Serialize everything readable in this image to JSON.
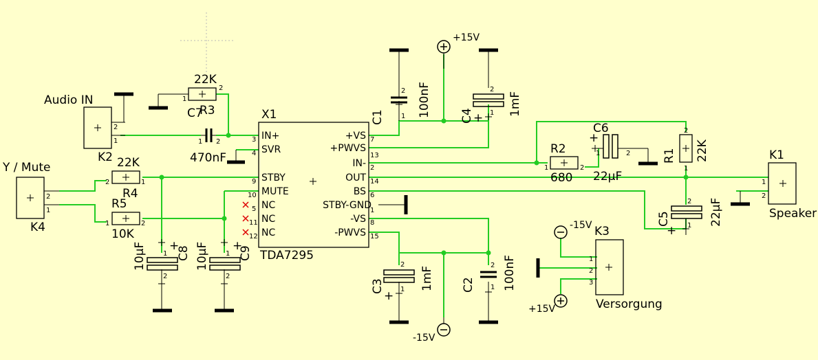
{
  "schematic": {
    "components": {
      "x1": {
        "name": "X1",
        "value": "TDA7295",
        "pins_left": [
          {
            "label": "IN+",
            "num": "3"
          },
          {
            "label": "SVR",
            "num": "4"
          },
          {
            "label": "STBY",
            "num": "9"
          },
          {
            "label": "MUTE",
            "num": "10"
          },
          {
            "label": "NC",
            "num": "5"
          },
          {
            "label": "NC",
            "num": "11"
          },
          {
            "label": "NC",
            "num": "12"
          }
        ],
        "pins_right": [
          {
            "label": "+VS",
            "num": "7"
          },
          {
            "label": "+PWVS",
            "num": "13"
          },
          {
            "label": "IN-",
            "num": "2"
          },
          {
            "label": "OUT",
            "num": "14"
          },
          {
            "label": "BS",
            "num": "6"
          },
          {
            "label": "STBY-GND",
            "num": "1"
          },
          {
            "label": "-VS",
            "num": "8"
          },
          {
            "label": "-PWVS",
            "num": "15"
          }
        ]
      },
      "k2": {
        "name": "K2",
        "label": "Audio IN"
      },
      "k4": {
        "name": "K4",
        "label": "Y / Mute"
      },
      "k1": {
        "name": "K1",
        "label": "Speaker"
      },
      "k3": {
        "name": "K3",
        "label": "Versorgung"
      },
      "r1": {
        "name": "R1",
        "value": "22K"
      },
      "r2": {
        "name": "R2",
        "value": "680"
      },
      "r3": {
        "name": "R3",
        "value": "22K"
      },
      "r4": {
        "name": "R4",
        "value": "22K"
      },
      "r5": {
        "name": "R5",
        "value": "10K"
      },
      "c1": {
        "name": "C1",
        "value": "100nF"
      },
      "c2": {
        "name": "C2",
        "value": "100nF"
      },
      "c3": {
        "name": "C3",
        "value": "1mF"
      },
      "c4": {
        "name": "C4",
        "value": "1mF"
      },
      "c5": {
        "name": "C5",
        "value": "22µF"
      },
      "c6": {
        "name": "C6",
        "value": "22µF"
      },
      "c7": {
        "name": "C7",
        "value": "470nF"
      },
      "c8": {
        "name": "C8",
        "value": "10µF"
      },
      "c9": {
        "name": "C9",
        "value": "10µF"
      }
    },
    "supplies": {
      "vplus": "+15V",
      "vminus": "-15V"
    },
    "pin_numbers": {
      "one": "1",
      "two": "2",
      "three": "3"
    },
    "polarity": {
      "plus": "+"
    },
    "colors": {
      "background": "#ffffcc",
      "wire": "#22cc22",
      "part": "#000000",
      "pin": "#990000",
      "nc": "#dd0000"
    }
  }
}
